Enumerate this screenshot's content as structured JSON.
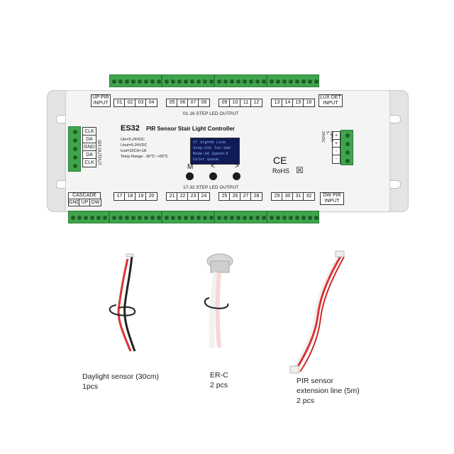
{
  "controller": {
    "model": "ES32",
    "name": "PIR Sensor Stair Light Controller",
    "spec_lines": [
      "Uin=5-24VDC",
      "Uout=5-24VDC",
      "Iout=32CH×1A",
      "Temp Range: -30℃~+55℃"
    ],
    "top_left_box": "UP PIR INPUT",
    "top_right_box": "LUX DET INPUT",
    "bottom_left_box": "CASCADE",
    "bottom_right_box": "DW PIR INPUT",
    "top_section_title": "01-16 STEP LED OUTPUT",
    "bottom_section_title": "17-32 STEP LED OUTPUT",
    "spi_label": "SPI OUTPUT",
    "input_label": "INPUT 5-24VDC",
    "ce_mark": "CE",
    "rohs_mark": "RoHS",
    "top_channels": [
      "01",
      "02",
      "03",
      "04",
      "05",
      "06",
      "07",
      "08",
      "09",
      "10",
      "11",
      "12",
      "13",
      "14",
      "15",
      "16"
    ],
    "bottom_channels": [
      "17",
      "18",
      "19",
      "20",
      "21",
      "22",
      "23",
      "24",
      "25",
      "26",
      "27",
      "28",
      "29",
      "30",
      "31",
      "32"
    ],
    "spi_pins": [
      "CLK",
      "DA",
      "GND",
      "DA",
      "CLK"
    ],
    "cascade_pins": [
      "GND",
      "UP",
      "DW"
    ],
    "input_pins": [
      "+",
      "+",
      "-",
      "-"
    ],
    "buttons": [
      "M",
      "<",
      ">"
    ],
    "screen_lines": [
      "CT Stg=50 Line",
      "Step:032 Tot:300",
      "Mode:09  Speed:6",
      "Color queue"
    ]
  },
  "accessories": [
    {
      "name": "Daylight sensor (30cm)",
      "qty": "1pcs"
    },
    {
      "name": "ER-C",
      "qty": "2 pcs"
    },
    {
      "name": "PIR sensor",
      "name2": "extension line (5m)",
      "qty": "2 pcs"
    }
  ]
}
